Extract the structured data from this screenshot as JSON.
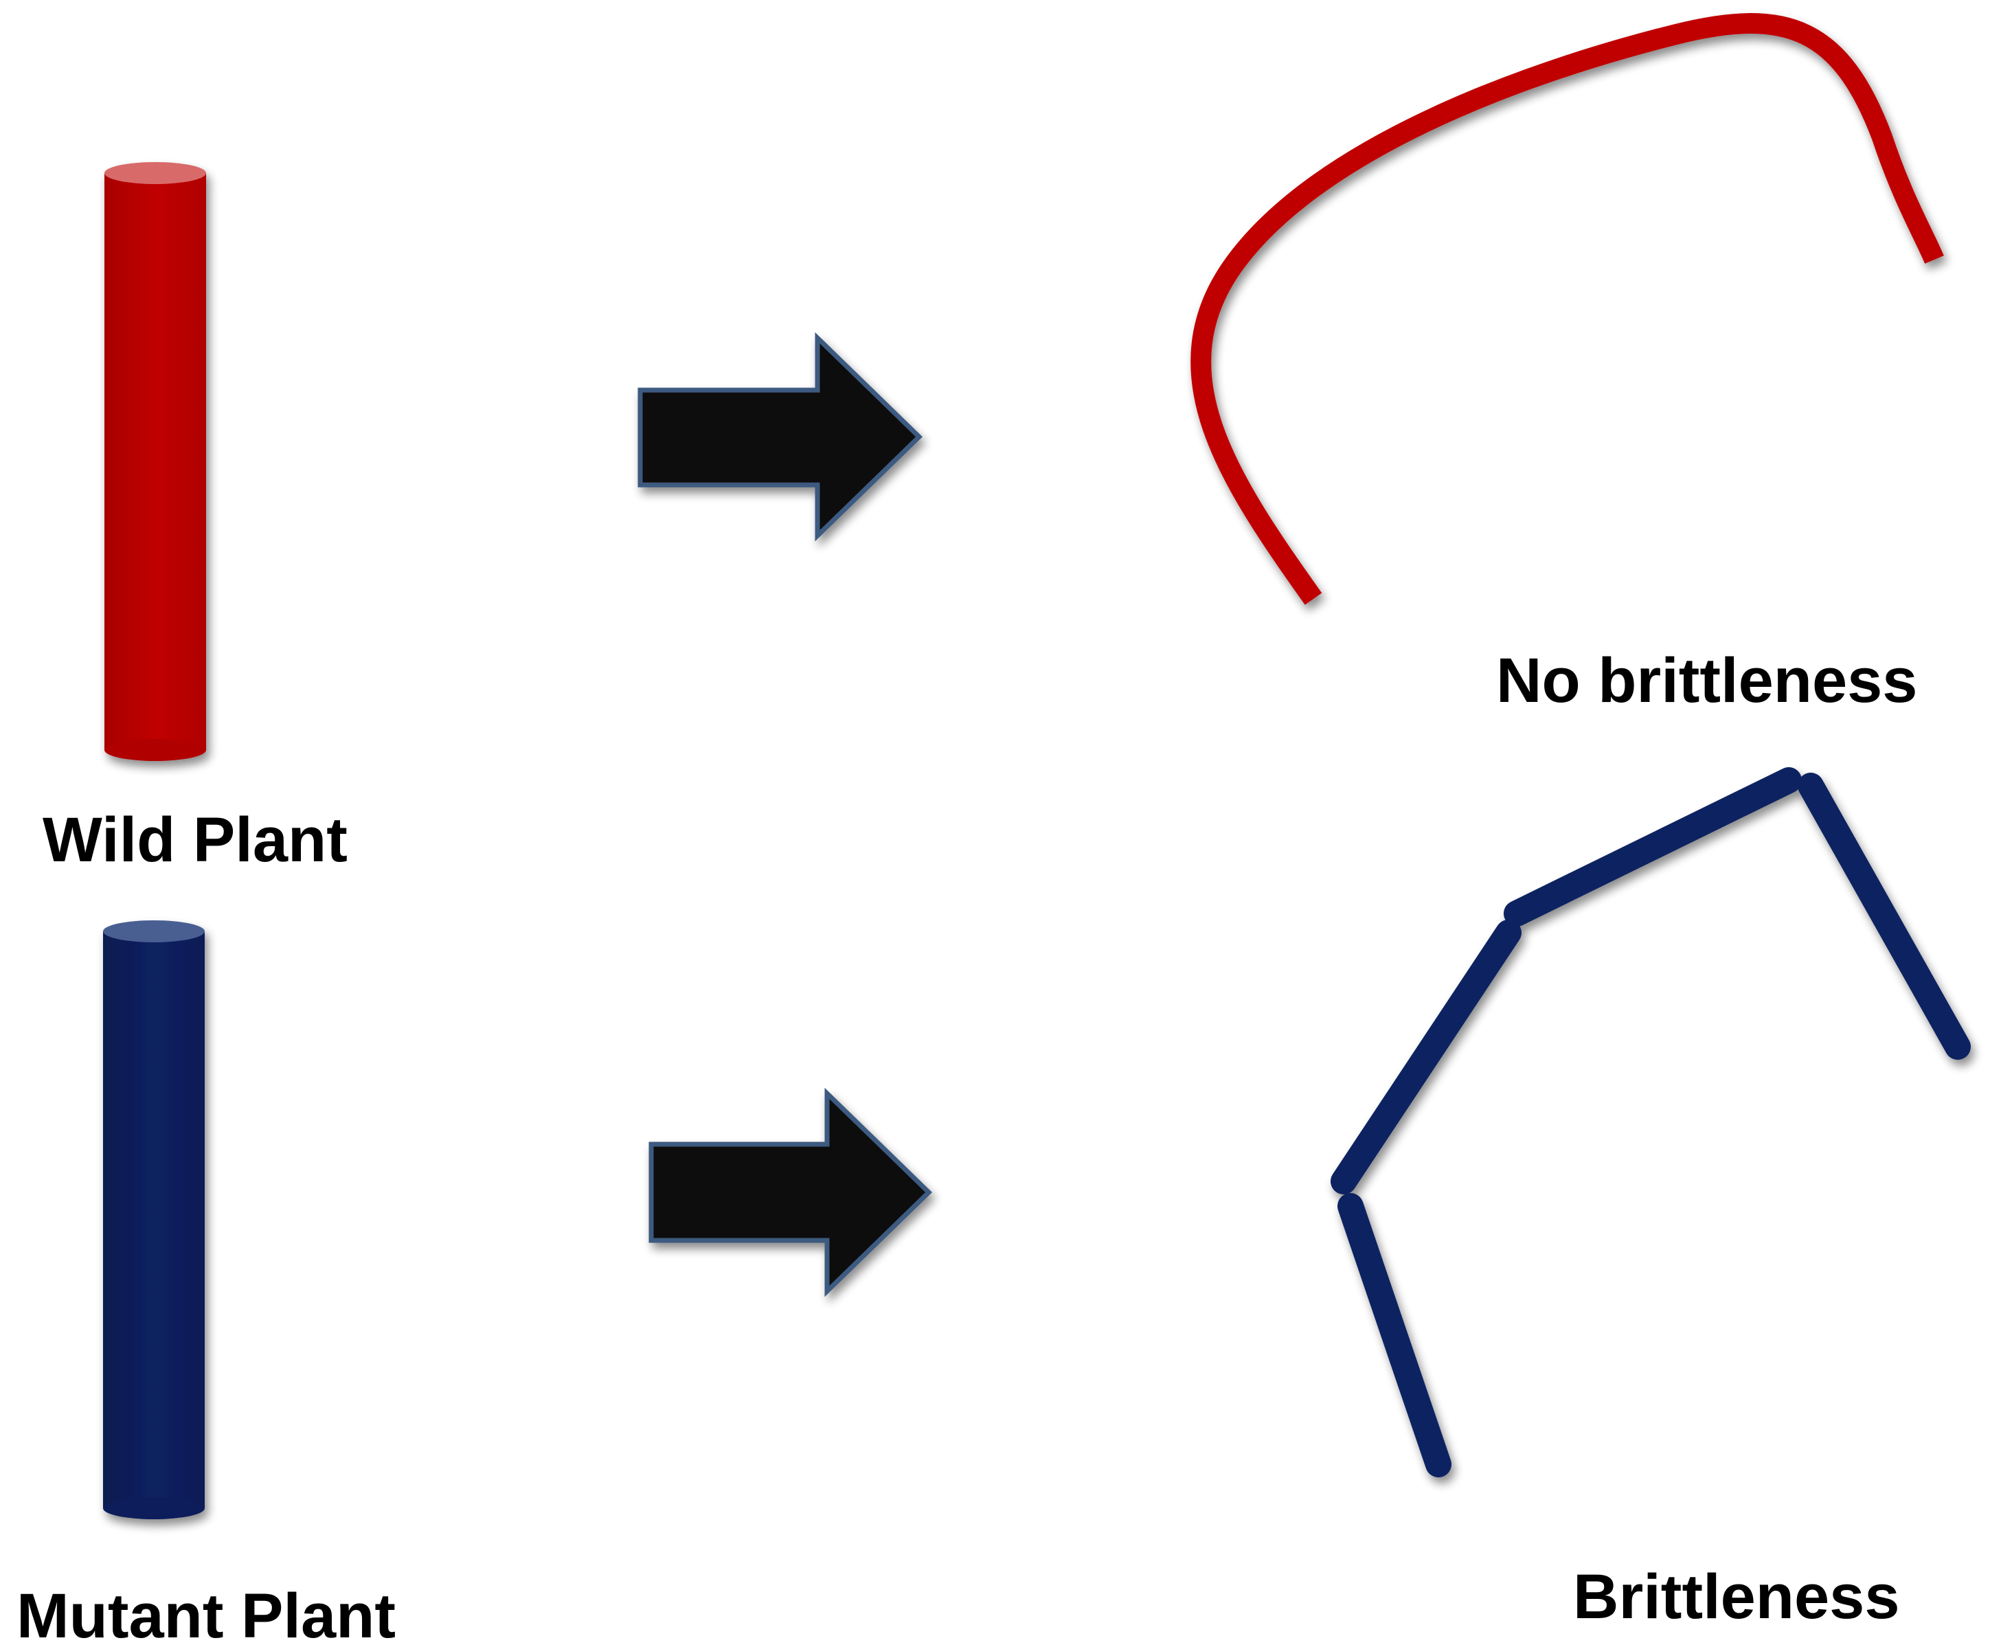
{
  "labels": {
    "wild_plant": "Wild Plant",
    "mutant_plant": "Mutant Plant",
    "no_brittleness": "No brittleness",
    "brittleness": "Brittleness"
  },
  "colors": {
    "wild": "#c00000",
    "mutant": "#0b2160",
    "arrow": "#0a0a0a",
    "arrow_outline": "#3c5a80",
    "text": "#000000"
  },
  "icons": {
    "wild_stem": "red-cylinder",
    "mutant_stem": "blue-cylinder",
    "arrow": "right-arrow",
    "bent_stem": "red-curve",
    "broken_stem": "blue-broken-segments"
  }
}
